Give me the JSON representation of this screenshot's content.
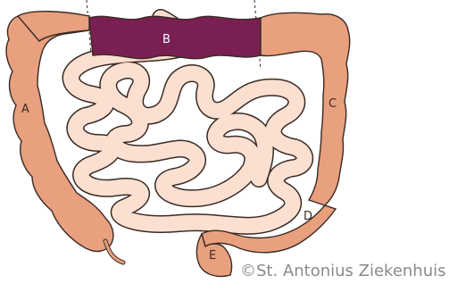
{
  "labels": {
    "a": "A",
    "b": "B",
    "c": "C",
    "d": "D",
    "e": "E"
  },
  "copyright": "©St. Antonius Ziekenhuis",
  "colors": {
    "colon": "#e8a07e",
    "transverse_highlight": "#7a1f52",
    "small_intestine": "#fbe0d2",
    "outline": "#3a2a24"
  }
}
